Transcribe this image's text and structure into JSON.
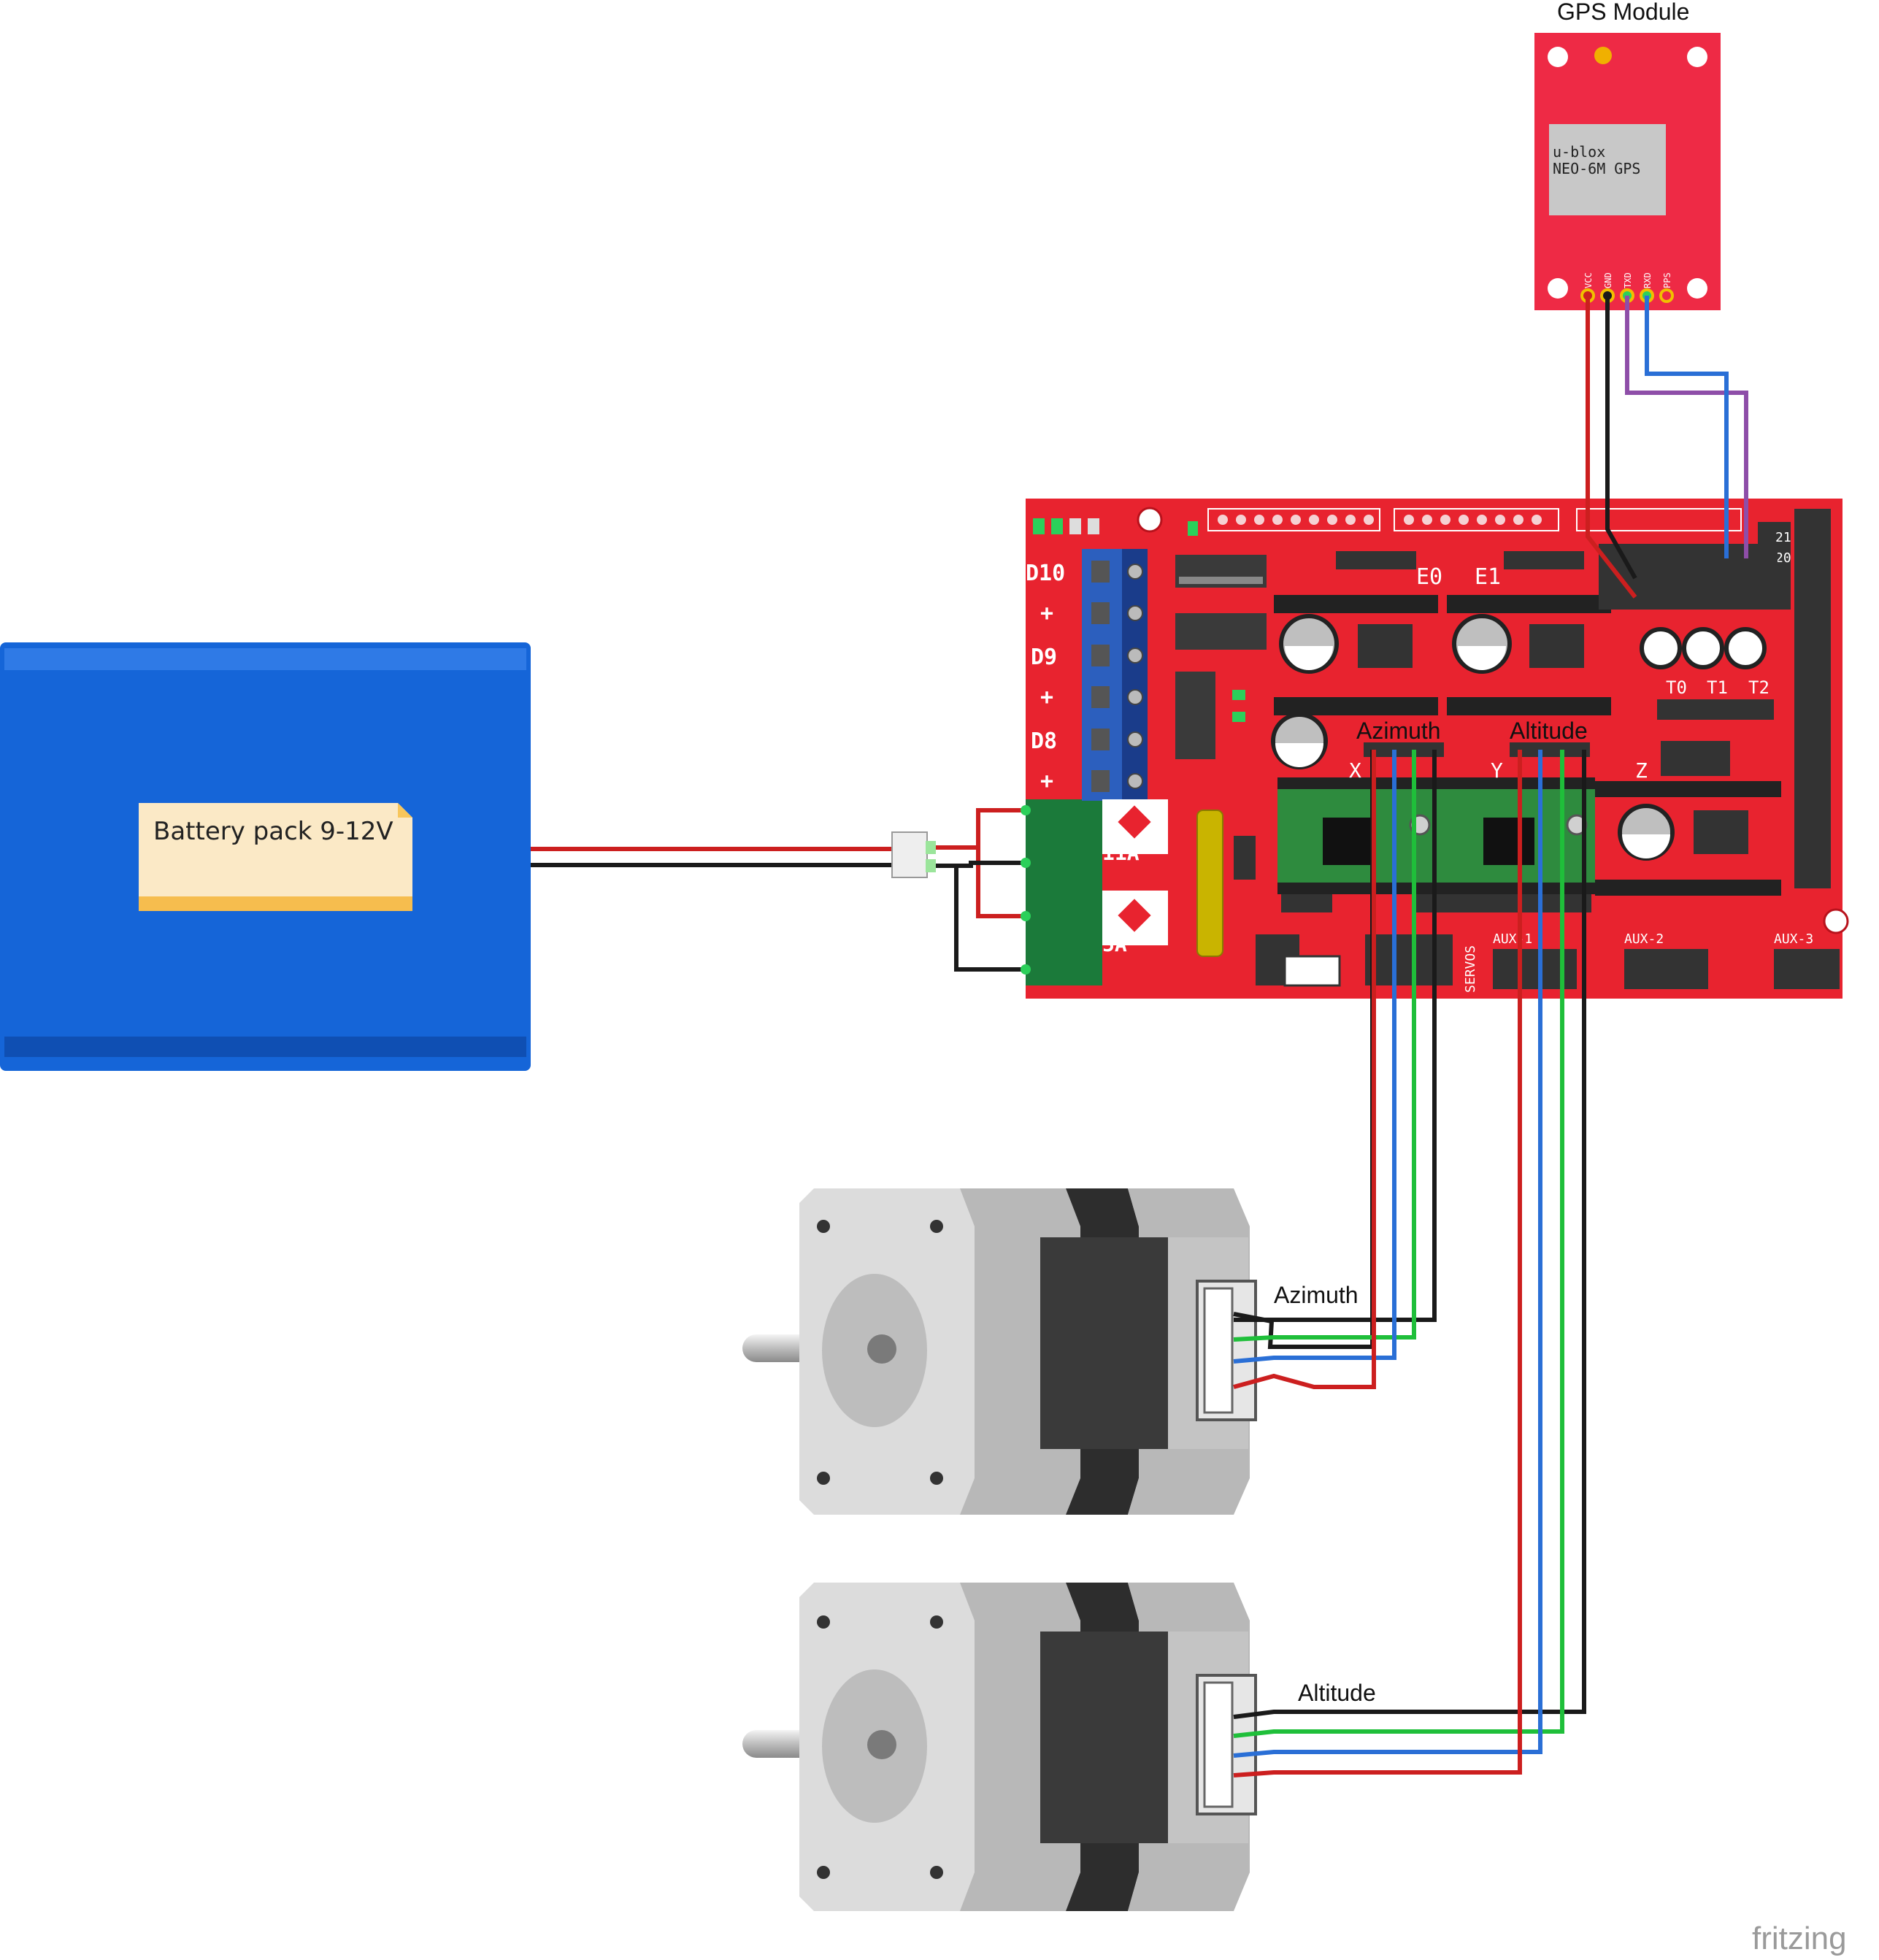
{
  "battery": {
    "label": "Battery pack 9-12V"
  },
  "gps": {
    "title": "GPS Module",
    "chip_line1": "u-blox",
    "chip_line2": "NEO-6M GPS",
    "pins": [
      "VCC",
      "GND",
      "TXD",
      "RXD",
      "PPS"
    ]
  },
  "board": {
    "mosfet_labels": [
      "D10",
      "+",
      "D9",
      "+",
      "D8",
      "+"
    ],
    "extruder_labels": [
      "E0",
      "E1"
    ],
    "axis_labels": [
      "X",
      "Y",
      "Z"
    ],
    "thermistor_labels": [
      "T0",
      "T1",
      "T2"
    ],
    "fuse_labels": [
      "11A",
      "5A"
    ],
    "aux_labels": [
      "AUX-1",
      "AUX-2",
      "AUX-3"
    ],
    "servos_label": "SERVOS",
    "pin_numbers": [
      "21",
      "20"
    ],
    "driver_labels": {
      "azimuth": "Azimuth",
      "altitude": "Altitude"
    }
  },
  "motors": [
    {
      "label": "Azimuth"
    },
    {
      "label": "Altitude"
    }
  ],
  "watermark": "fritzing",
  "colors": {
    "wire_red": "#cc1f1f",
    "wire_black": "#1a1a1a",
    "wire_blue": "#2a6fd6",
    "wire_green": "#1fbf3a",
    "wire_purple": "#8e4ea8",
    "board_red": "#e8232f",
    "battery_blue": "#1565d8",
    "gps_red": "#ee2a45"
  }
}
